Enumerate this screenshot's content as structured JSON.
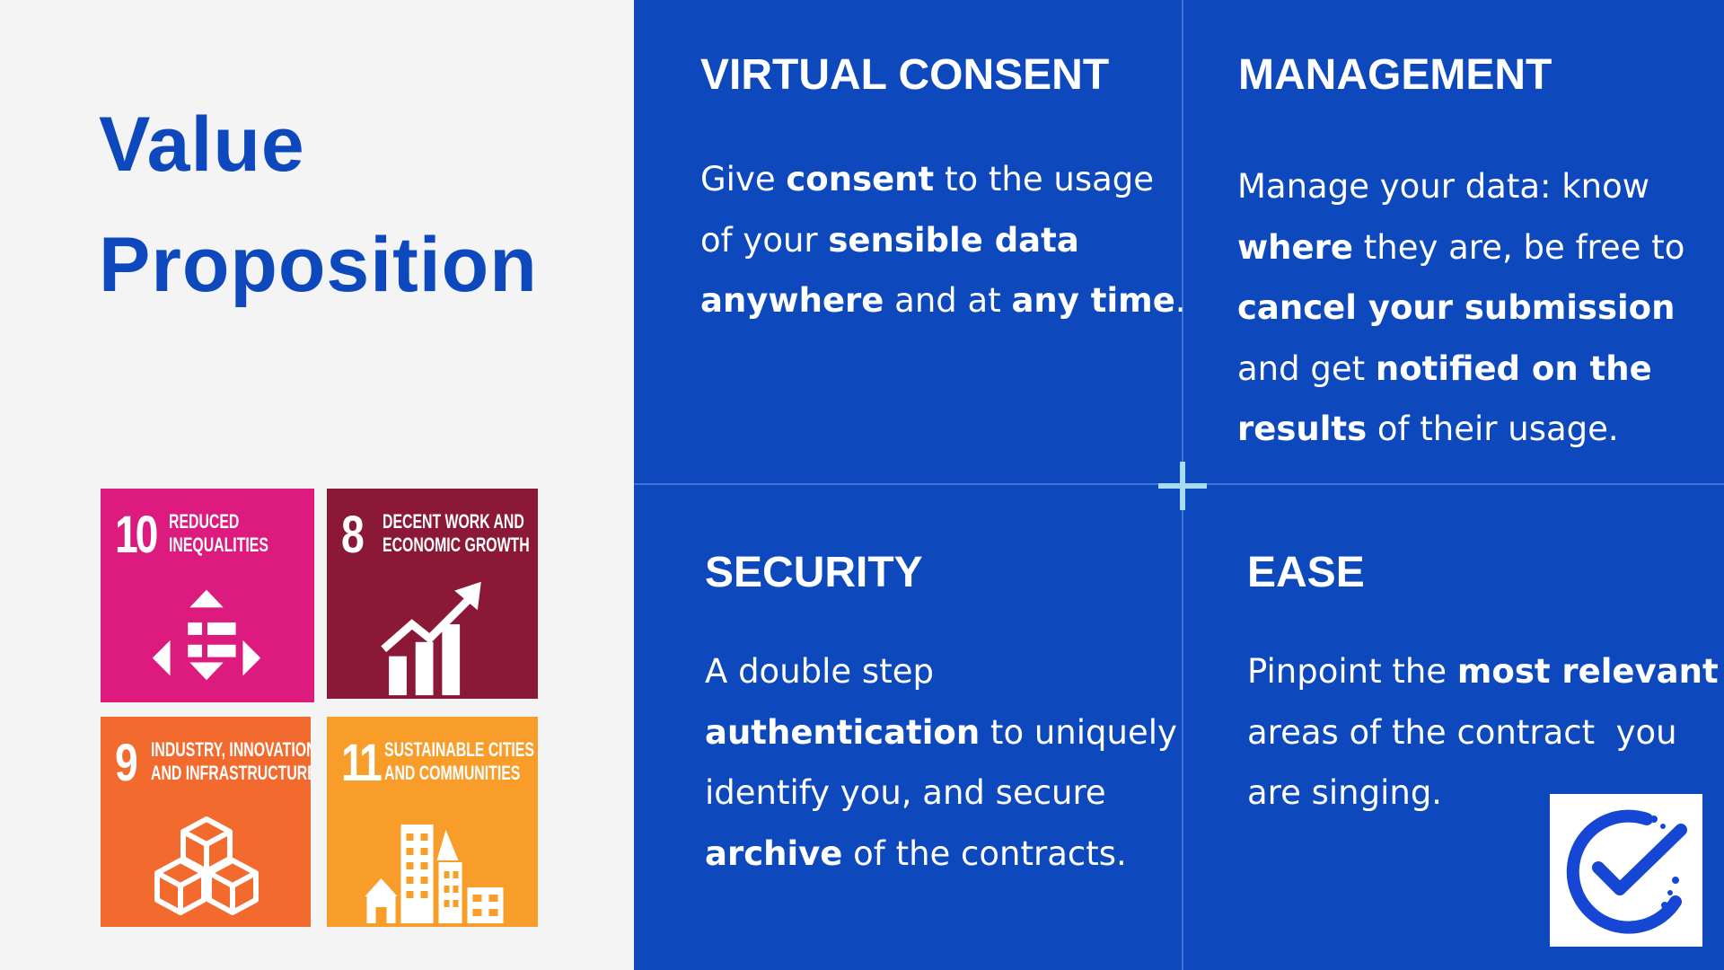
{
  "title": {
    "line1": "Value",
    "line2": "Proposition"
  },
  "sdgs": [
    {
      "number": "10",
      "line1": "REDUCED",
      "line2": "INEQUALITIES",
      "color": "#dd1a7e",
      "icon": "reduced-inequalities-icon"
    },
    {
      "number": "8",
      "line1": "DECENT WORK AND",
      "line2": "ECONOMIC GROWTH",
      "color": "#8c1838",
      "icon": "economic-growth-icon"
    },
    {
      "number": "9",
      "line1": "INDUSTRY, INNOVATION",
      "line2": "AND INFRASTRUCTURE",
      "color": "#f26a2e",
      "icon": "industry-cubes-icon"
    },
    {
      "number": "11",
      "line1": "SUSTAINABLE CITIES",
      "line2": "AND COMMUNITIES",
      "color": "#f89d2a",
      "icon": "sustainable-cities-icon"
    }
  ],
  "quadrants": {
    "virtual_consent": {
      "heading": "VIRTUAL CONSENT",
      "t1": "Give ",
      "b1": "consent",
      "t2": " to the usage",
      "t3": "of your ",
      "b2": "sensible data",
      "b3": "anywhere",
      "t4": " and at ",
      "b4": "any time",
      "t5": "."
    },
    "management": {
      "heading": "MANAGEMENT",
      "t1": "Manage your data: know",
      "b1": "where",
      "t2": " they are, be free to",
      "b2": "cancel your submission",
      "t3": "and get ",
      "b3": "notified on the",
      "b4": "results",
      "t4": " of their usage."
    },
    "security": {
      "heading": "SECURITY",
      "t1": "A double step",
      "b1": "authentication",
      "t2": " to uniquely",
      "t3": "identify you, and secure",
      "b2": "archive",
      "t4": " of the contracts."
    },
    "ease": {
      "heading": "EASE",
      "t1": "Pinpoint the ",
      "b1": "most relevant",
      "t2": "areas of the contract  you",
      "t3": "are singing."
    }
  },
  "colors": {
    "brand_blue": "#0d49bd",
    "divider": "#3f74d6",
    "plus": "#a8dcf5"
  },
  "logo_icon": "checkmark-logo-icon"
}
